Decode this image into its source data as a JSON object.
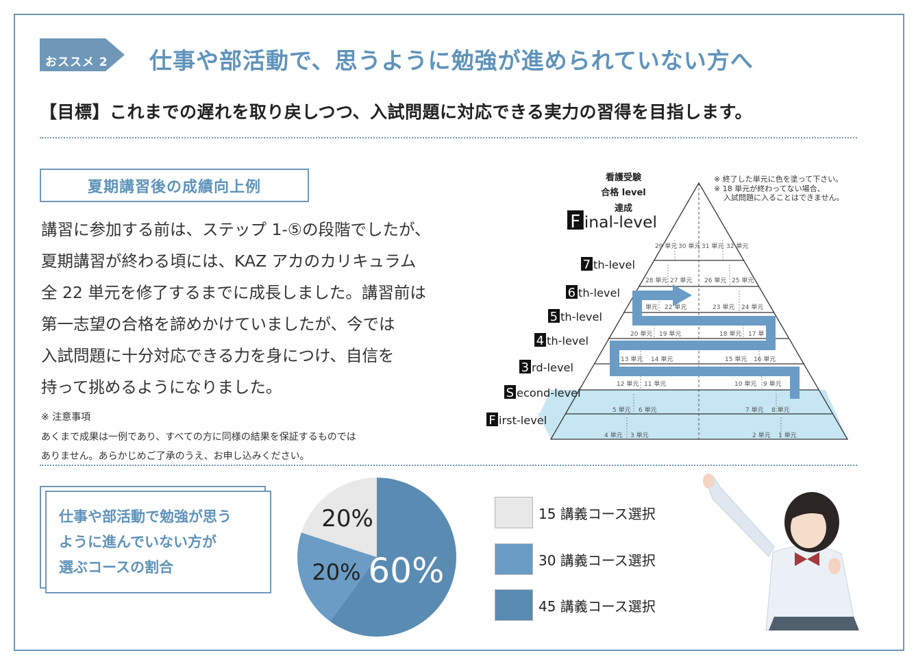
{
  "header": {
    "badge": "おススメ 2",
    "headline": "仕事や部活動で、思うように勉強が進められていない方へ",
    "goal": "【目標】これまでの遅れを取り戻しつつ、入試問題に対応できる実力の習得を目指します。"
  },
  "section": {
    "title": "夏期講習後の成績向上例",
    "body_lines": [
      "講習に参加する前は、ステップ 1-⑤の段階でしたが、",
      "夏期講習が終わる頃には、KAZ アカのカリキュラム",
      "全 22 単元を修了するまでに成長しました。講習前は",
      "第一志望の合格を諦めかけていましたが、今では",
      "入試問題に十分対応できる力を身につけ、自信を",
      "持って挑めるようになりました。"
    ],
    "note_head": "※ 注意事項",
    "note_lines": [
      "あくまで成果は一例であり、すべての方に同様の結果を保証するものでは",
      "ありません。あらかじめご了承のうえ、お申し込みください。"
    ]
  },
  "pyramid": {
    "top_label": [
      "看護受験",
      "合格 level",
      "達成"
    ],
    "notes": [
      "※ 終了した単元に色を塗って下さい。",
      "※ 18 単元が終わってない場合、",
      "入試問題に入ることはできません。"
    ],
    "levels": [
      {
        "initial": "F",
        "rest": "inal-level"
      },
      {
        "initial": "7",
        "rest": "th-level"
      },
      {
        "initial": "6",
        "rest": "th-level"
      },
      {
        "initial": "5",
        "rest": "th-level"
      },
      {
        "initial": "4",
        "rest": "th-level"
      },
      {
        "initial": "3",
        "rest": "rd-level"
      },
      {
        "initial": "S",
        "rest": "econd-level"
      },
      {
        "initial": "F",
        "rest": "irst-level"
      }
    ],
    "rows": [
      [
        "29 単元",
        "30 単元",
        "31 単元",
        "32 単元"
      ],
      [
        "28 単元",
        "27 単元",
        "26 単元",
        "25 単元"
      ],
      [
        "単元",
        "22 単元",
        "23 単元",
        "24 単元"
      ],
      [
        "20 単元",
        "19 単元",
        "18 単元",
        "17 単"
      ],
      [
        "13 単元",
        "14 単元",
        "15 単元",
        "16 単元"
      ],
      [
        "12 単元",
        "11 単元",
        "10 単元",
        "9 単元"
      ],
      [
        "5 単元",
        "6 単元",
        "7 単元",
        "8 単元"
      ],
      [
        "4 単元",
        "3 単元",
        "2 単元",
        "1 単元"
      ]
    ],
    "filled_rows_from_bottom": 2,
    "colors": {
      "fill": "#c6e6f3",
      "arrow": "#6a9cc5",
      "line": "#333333"
    }
  },
  "share": {
    "lines": [
      "仕事や部活動で勉強が思う",
      "ように進んでいない方が",
      "選ぶコースの割合"
    ]
  },
  "chart_data": {
    "type": "pie",
    "categories": [
      "15 講義コース選択",
      "30 講義コース選択",
      "45 講義コース選択"
    ],
    "values": [
      20,
      20,
      60
    ],
    "labels": [
      "20%",
      "20%",
      "60%"
    ],
    "colors": [
      "#e8e8e8",
      "#6a9cc5",
      "#5a8bb3"
    ]
  },
  "legend": {
    "items": [
      {
        "label": "15 講義コース選択",
        "color": "#e8e8e8"
      },
      {
        "label": "30 講義コース選択",
        "color": "#6a9cc5"
      },
      {
        "label": "45 講義コース選択",
        "color": "#5a8bb3"
      }
    ]
  }
}
